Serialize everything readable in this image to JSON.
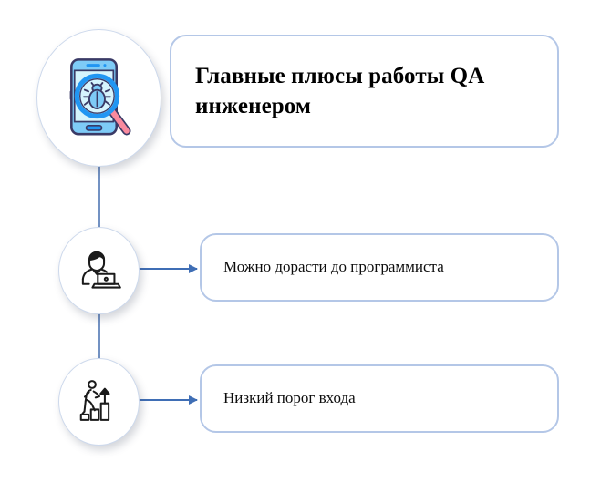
{
  "diagram": {
    "title": "Главные плюсы работы QA инженером",
    "header_icon": "mobile-bug-magnifier-icon",
    "items": [
      {
        "label": "Можно дорасти до программиста",
        "icon": "person-with-laptop-icon"
      },
      {
        "label": "Низкий порог входа",
        "icon": "career-growth-steps-icon"
      }
    ]
  },
  "colors": {
    "box_border": "#b4c7e7",
    "connector": "#3f6eb5",
    "circle_border": "#cdd9ec",
    "icon_blue": "#2196f3",
    "icon_dark": "#3a3a66",
    "icon_light": "#d6f4fd",
    "icon_pink": "#f98a9e",
    "background": "#ffffff",
    "text": "#000000"
  }
}
